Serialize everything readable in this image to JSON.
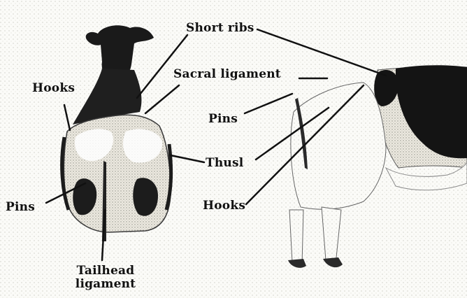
{
  "labels": {
    "short_ribs": "Short ribs",
    "sacral_ligament": "Sacral ligament",
    "hooks_left": "Hooks",
    "pins_right": "Pins",
    "thurl": "Thusl",
    "pins_left": "Pins",
    "hooks_right": "Hooks",
    "tailhead_line1": "Tailhead",
    "tailhead_line2": "ligament"
  },
  "colors": {
    "ink": "#111111",
    "paper": "#fbfbf8",
    "speckle": "#c9c9c0"
  }
}
